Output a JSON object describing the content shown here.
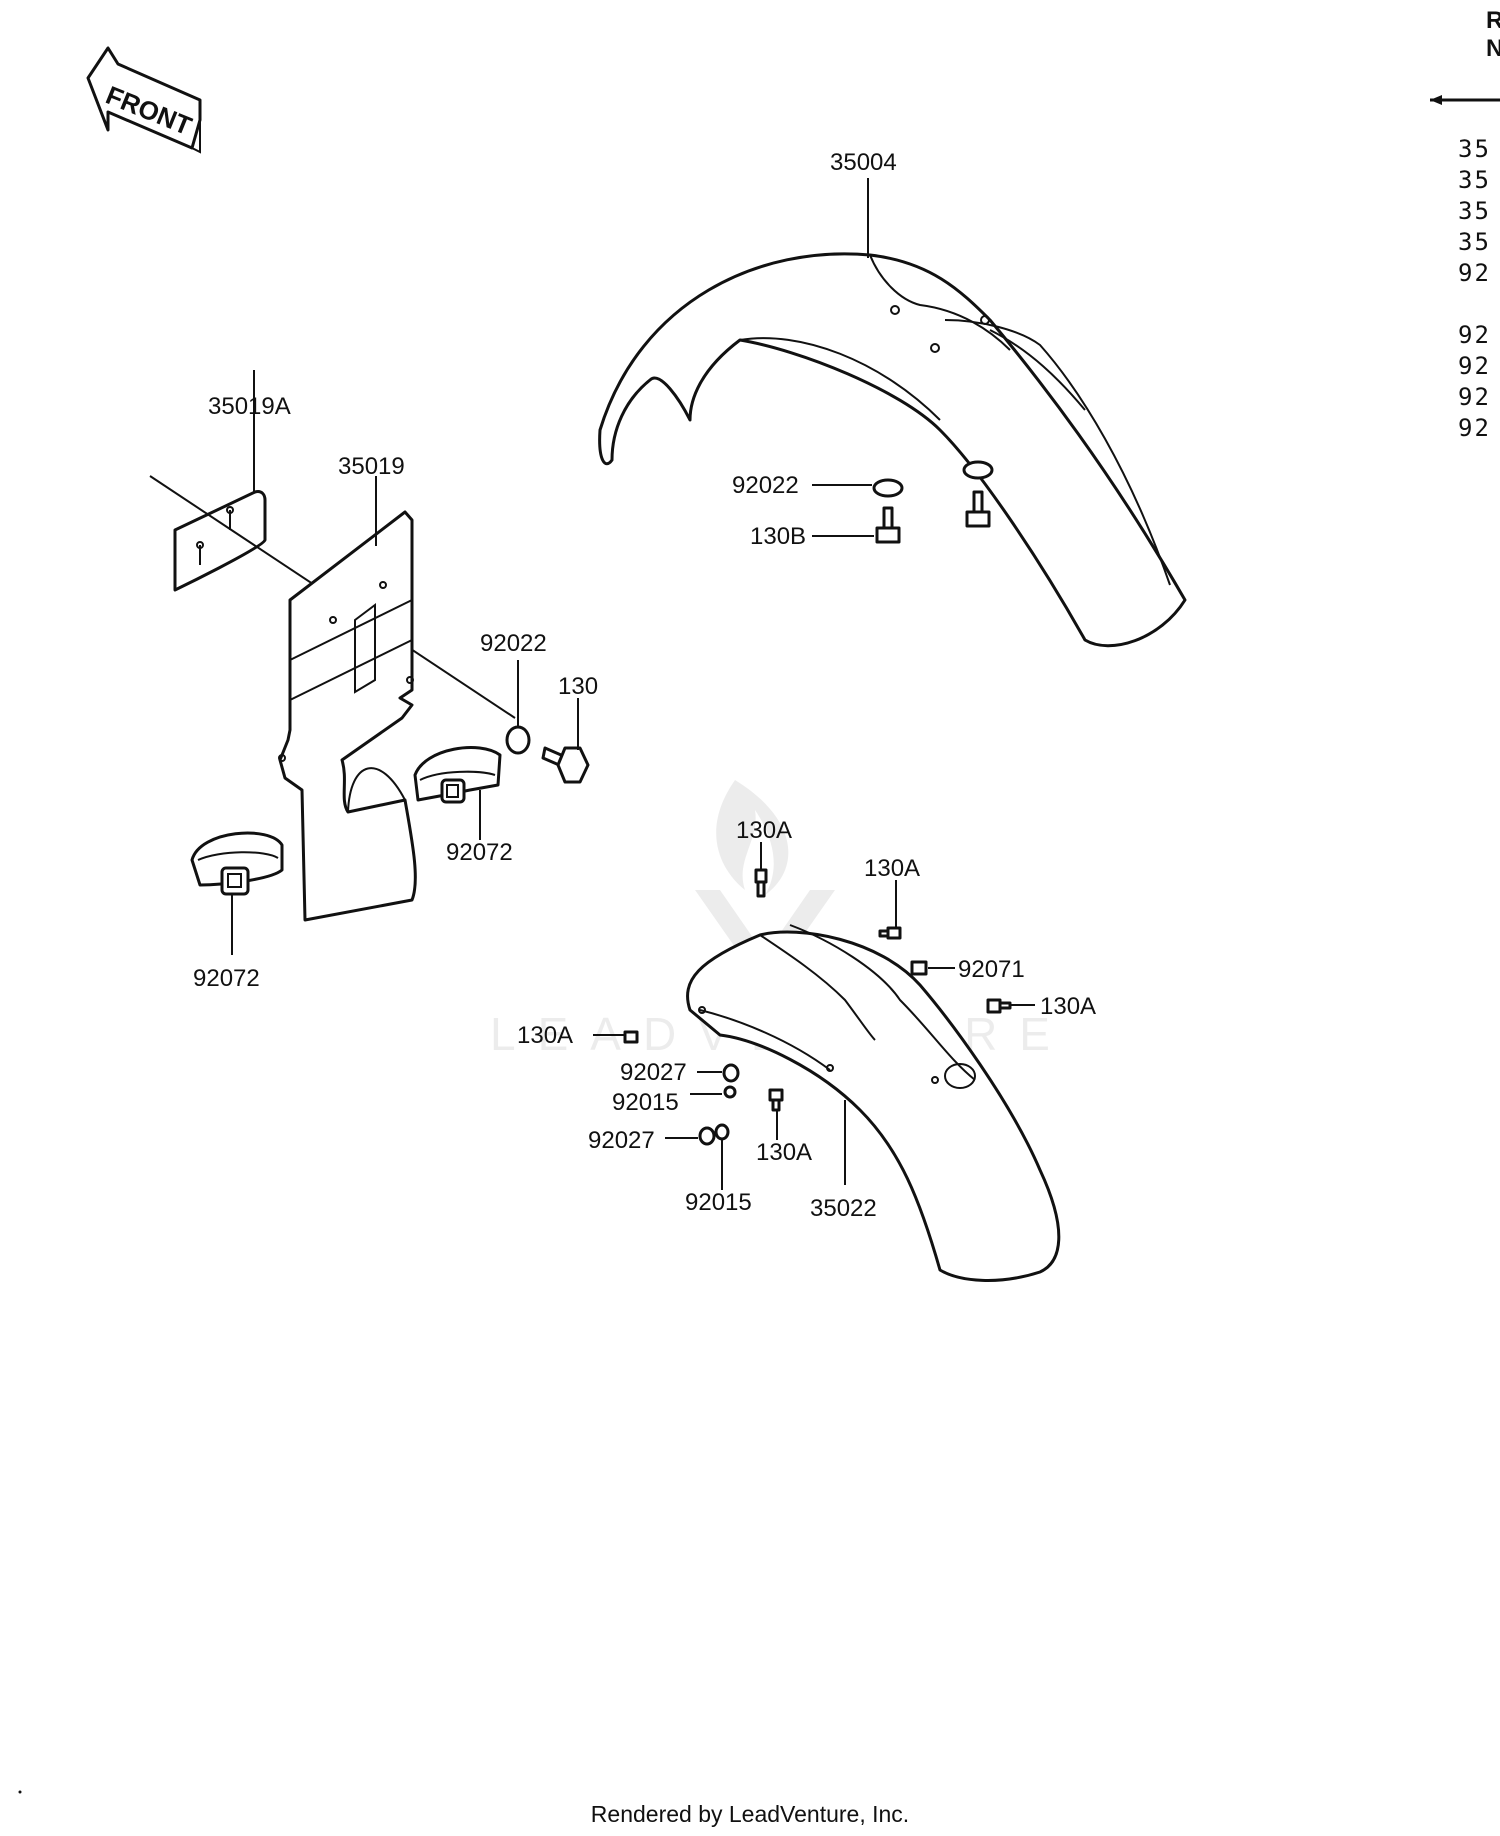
{
  "front_label": "FRONT",
  "callouts": {
    "c35004": "35004",
    "c35019a": "35019A",
    "c35019": "35019",
    "c92022_left": "92022",
    "c130": "130",
    "c92072_mid": "92072",
    "c92072_left": "92072",
    "c92022_top": "92022",
    "c130b": "130B",
    "c130a_1": "130A",
    "c130a_2": "130A",
    "c92071": "92071",
    "c130a_3": "130A",
    "c130a_4": "130A",
    "c92027_1": "92027",
    "c92015_1": "92015",
    "c92027_2": "92027",
    "c92015_2": "92015",
    "c130a_5": "130A",
    "c35022": "35022"
  },
  "ref_list": {
    "header_1": "R",
    "header_2": "N",
    "items": [
      "35",
      "35",
      "35",
      "35",
      "92",
      "92",
      "92",
      "92",
      "92"
    ]
  },
  "watermark": "LEADVENTURE",
  "footer": "Rendered by LeadVenture, Inc."
}
